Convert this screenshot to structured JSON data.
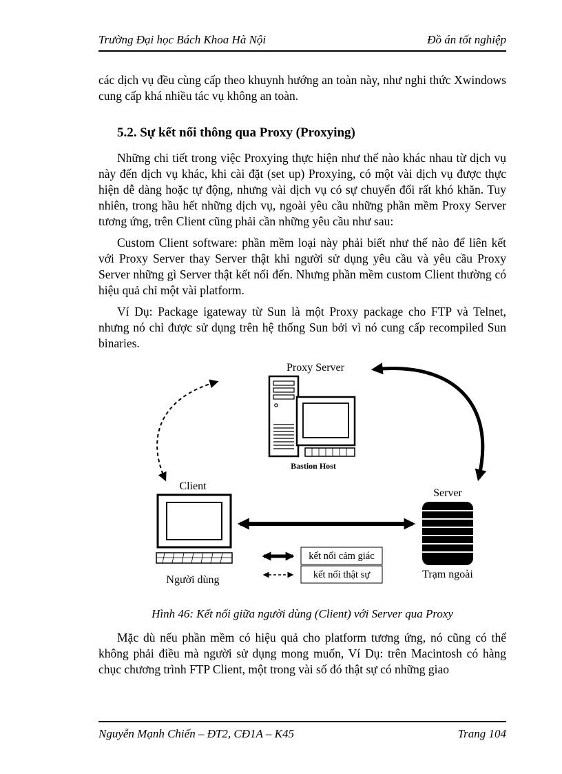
{
  "page": {
    "header": {
      "left": "Trường Đại học Bách Khoa Hà Nội",
      "right": "Đồ án tốt nghiệp"
    },
    "footer": {
      "left": "Nguyễn Mạnh Chiến – ĐT2, CĐ1A – K45",
      "right": "Trang 104"
    }
  },
  "content": {
    "para_intro": "các dịch vụ đều cùng cấp theo khuynh hướng an toàn này, như nghi thức Xwindows cung cấp khá nhiều tác vụ không an toàn.",
    "heading": "5.2. Sự kết nối thông qua Proxy (Proxying)",
    "para1": "Những chi tiết trong việc Proxying thực hiện như thế nào khác nhau từ dịch vụ này đến dịch vụ khác, khi cài đặt (set up) Proxying, có một vài dịch vụ được thực hiện dễ dàng hoặc tự động, nhưng vài dịch vụ có sự chuyển đổi rất khó khăn. Tuy nhiên, trong hầu hết những dịch vụ, ngoài yêu cầu những phần mềm Proxy Server tương ứng, trên Client cũng phải cần những yêu cầu như sau:",
    "para2": "Custom Client software: phần mềm loại này phải biết như thế nào để liên kết với Proxy Server thay Server thật khi người sử dụng yêu cầu và yêu cầu Proxy Server những gì Server thật kết nối đến. Nhưng phần mềm custom Client thường có hiệu quả chỉ một vài platform.",
    "para3": "Ví Dụ: Package igateway từ Sun là một Proxy package cho FTP và Telnet, nhưng nó chỉ được sử dụng trên hệ thống Sun bởi vì nó cung cấp recompiled Sun binaries.",
    "para4": "Mặc dù nếu phần mềm có hiệu quả cho platform tương ứng, nó cũng có thể không phải điều mà người sử dụng mong muốn, Ví Dụ: trên Macintosh có hàng chục chương trình FTP Client, một trong vài số đó thật sự có những giao"
  },
  "figure": {
    "caption": "Hình 46: Kết nối giữa người dùng (Client) với Server qua Proxy",
    "labels": {
      "proxy": "Proxy Server",
      "bastion": "Bastion Host",
      "client": "Client",
      "user": "Người dùng",
      "server": "Server",
      "external": "Trạm ngoài",
      "legend_perceived": "kết nối cảm giác",
      "legend_actual": "kết nối thật sự"
    }
  }
}
